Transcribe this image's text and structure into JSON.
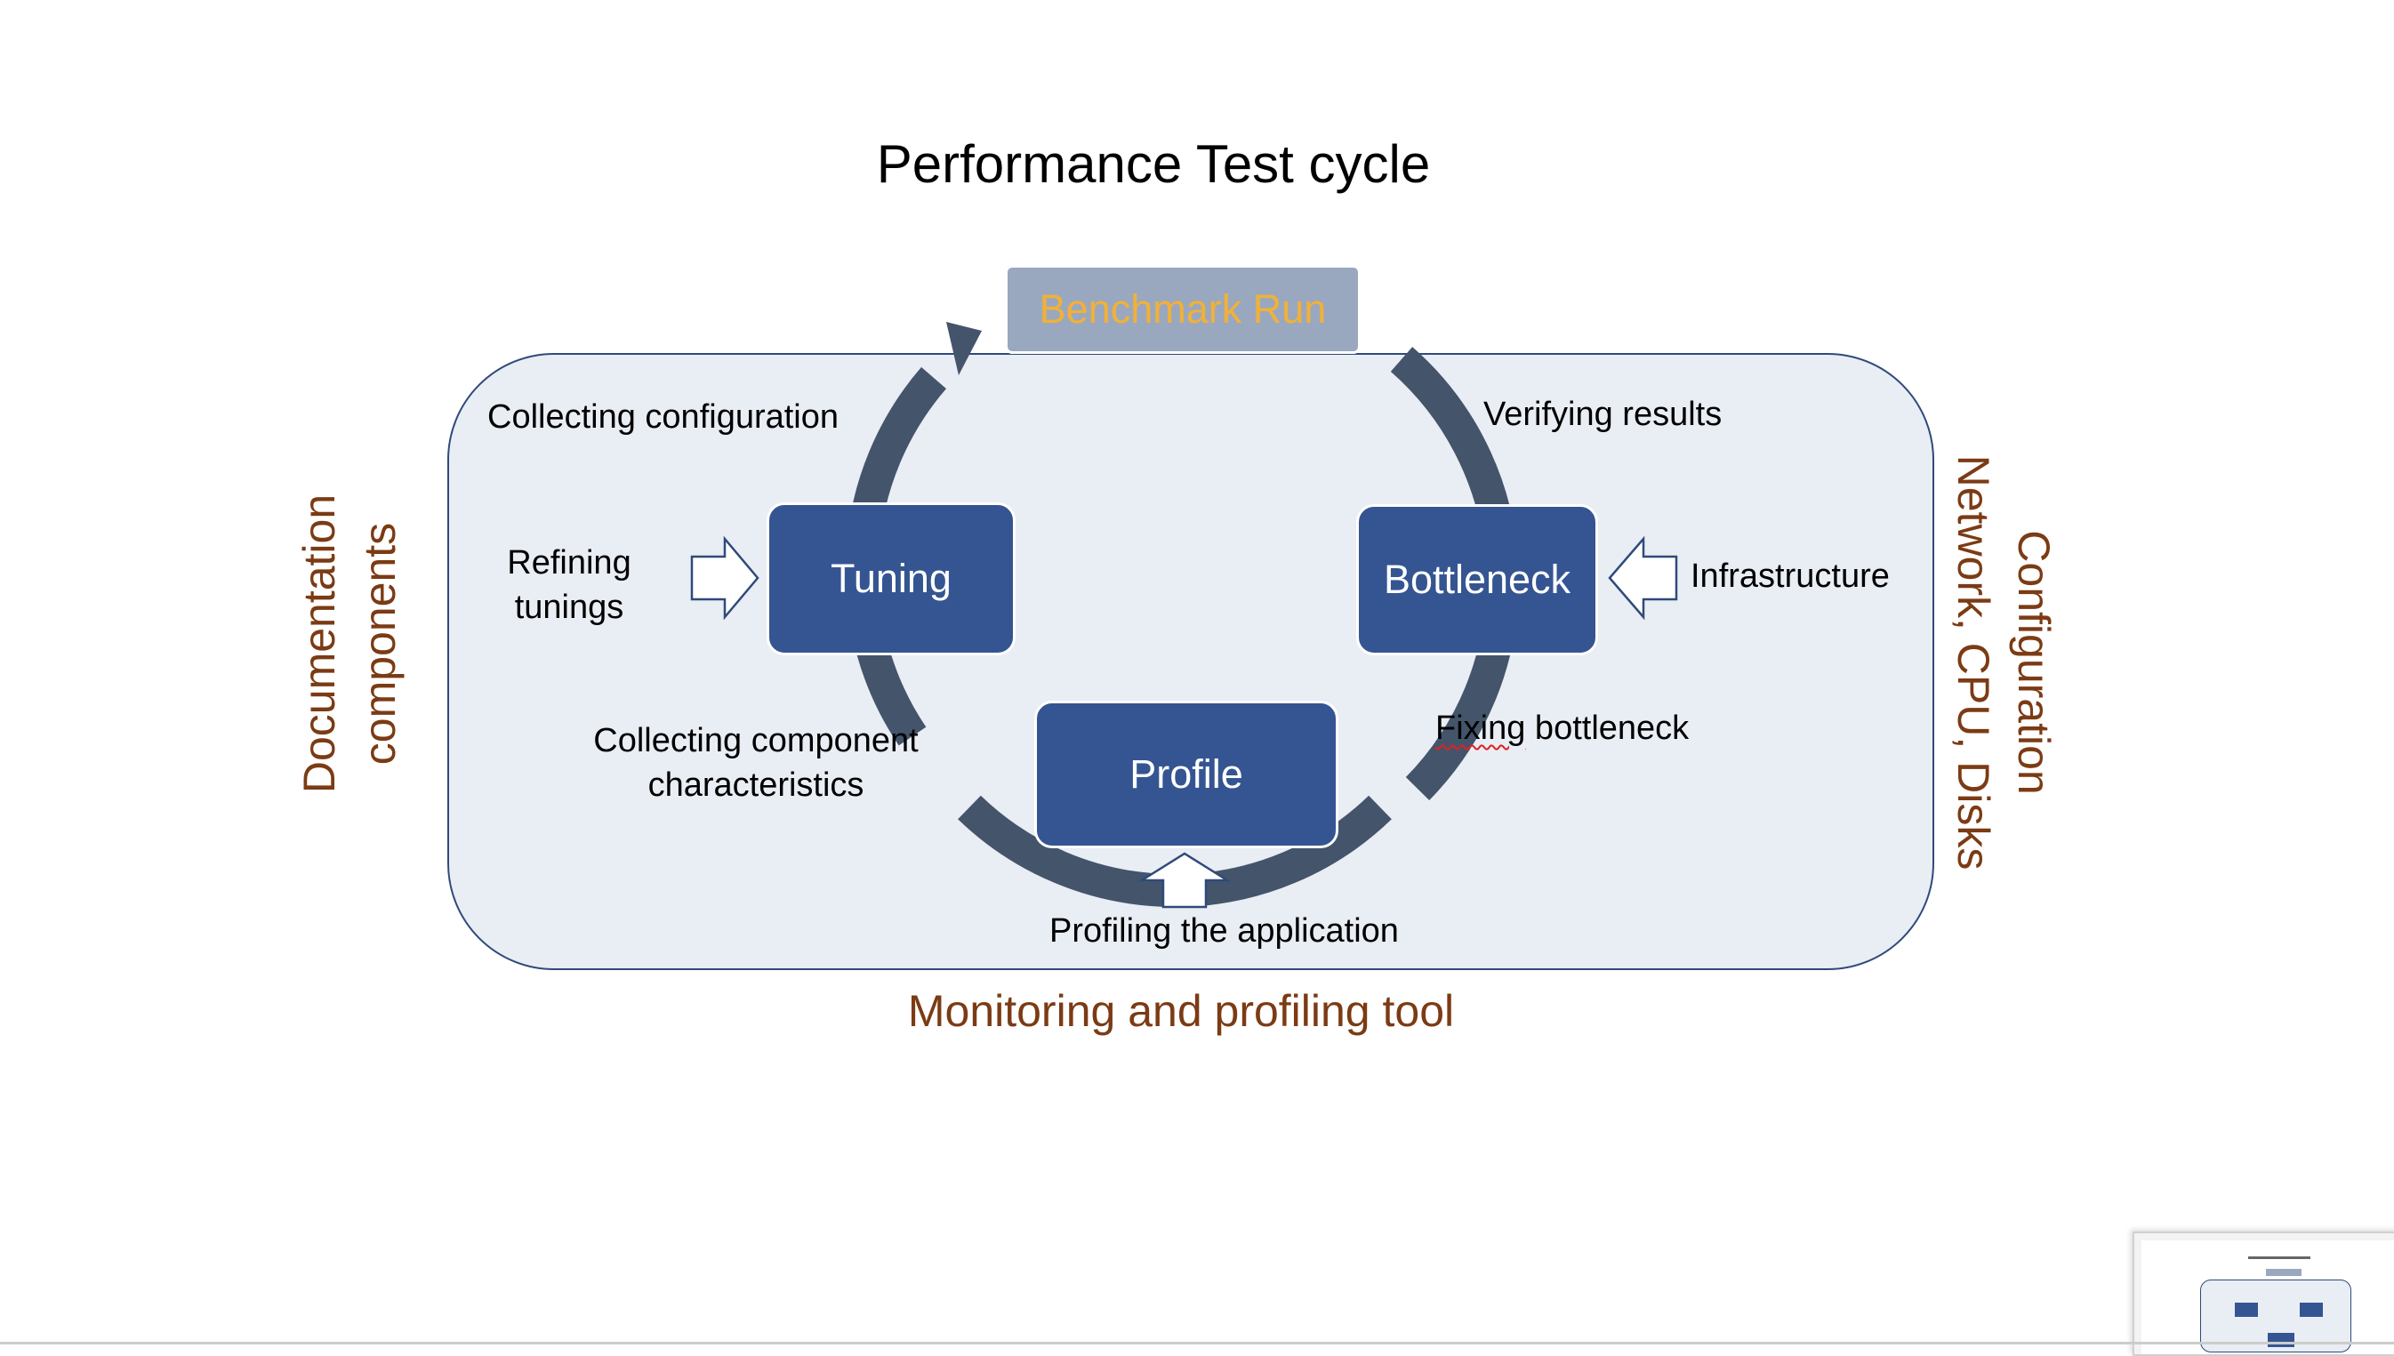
{
  "title": "Performance Test cycle",
  "nodes": {
    "benchmark": "Benchmark Run",
    "tuning": "Tuning",
    "bottleneck": "Bottleneck",
    "profile": "Profile"
  },
  "labels": {
    "collecting_configuration": "Collecting configuration",
    "verifying_results": "Verifying results",
    "refining_1": "Refining",
    "refining_2": "tunings",
    "infrastructure": "Infrastructure",
    "collecting_component_1": "Collecting component",
    "collecting_component_2": "characteristics",
    "fixing_word": "Fixing",
    "fixing_rest": " bottleneck",
    "profiling_app": "Profiling the application"
  },
  "side_labels": {
    "left_line1": "Documentation",
    "left_line2": "components",
    "right_line1": "Configuration",
    "right_line2": "Network, CPU, Disks",
    "bottom": "Monitoring and profiling tool"
  },
  "colors": {
    "box_fill": "#355592",
    "benchmark_fill": "#9aa8bf",
    "benchmark_text": "#f2b136",
    "ring": "#44546a",
    "panel_fill": "#e9edf4",
    "panel_border": "#2f4a7a",
    "side_text": "#7b3b14"
  }
}
